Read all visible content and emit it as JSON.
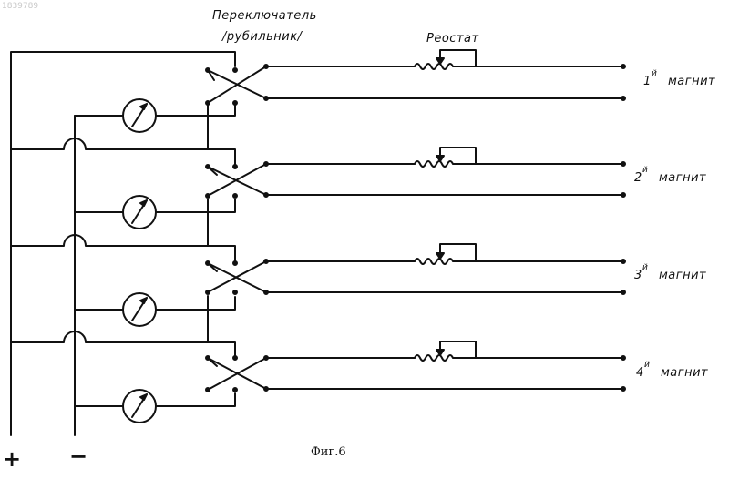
{
  "watermark": "1839789",
  "switch_label": {
    "line1": "Переключатель",
    "line2": "/рубильник/"
  },
  "rheostat_label": "Реостат",
  "magnets": [
    {
      "number": "1",
      "suffix": "й",
      "word": "магнит"
    },
    {
      "number": "2",
      "suffix": "й",
      "word": "магнит"
    },
    {
      "number": "3",
      "suffix": "й",
      "word": "магнит"
    },
    {
      "number": "4",
      "suffix": "й",
      "word": "магнит"
    }
  ],
  "terminals": {
    "plus": "+",
    "minus": "−"
  },
  "caption": "Фиг.6"
}
